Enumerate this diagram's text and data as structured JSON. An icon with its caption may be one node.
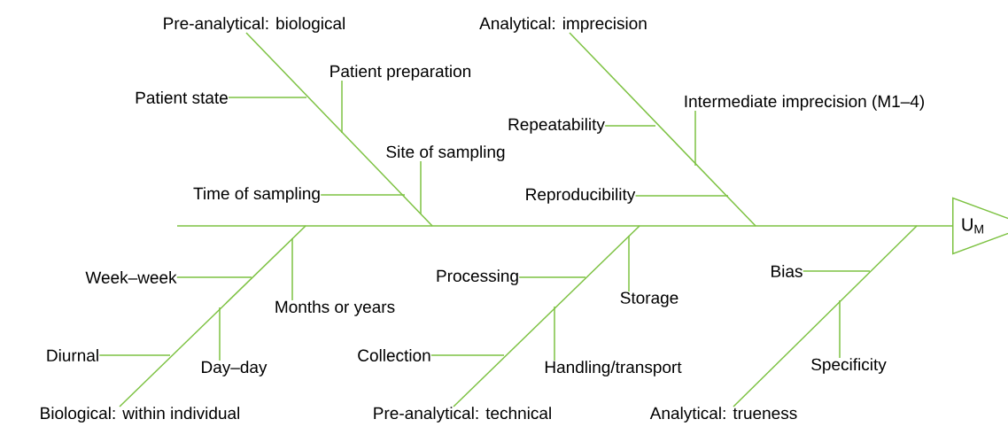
{
  "diagram": {
    "nodes": [
      {
        "text": [
          "Pre-analytical: biological"
        ]
      },
      {
        "text": [
          "Patient state"
        ]
      },
      {
        "text": [
          "Patient preparation"
        ]
      },
      {
        "text": [
          "Site of sampling"
        ]
      },
      {
        "text": [
          "Time of sampling"
        ]
      },
      {
        "text": [
          "Analytical: imprecision"
        ]
      },
      {
        "text": [
          "Repeatability"
        ]
      },
      {
        "text": [
          "Intermediate imprecision (M1–4)"
        ]
      },
      {
        "text": [
          "Reproducibility"
        ]
      },
      {
        "text": [
          "U$_{M}$"
        ]
      },
      {
        "text": [
          "Biological: within individual"
        ]
      },
      {
        "text": [
          "Week–week"
        ]
      },
      {
        "text": [
          "Months or years"
        ]
      },
      {
        "text": [
          "Diurnal"
        ]
      },
      {
        "text": [
          "Day–day"
        ]
      },
      {
        "text": [
          "Pre-analytical: technical"
        ]
      },
      {
        "text": [
          "Processing"
        ]
      },
      {
        "text": [
          "Storage"
        ]
      },
      {
        "text": [
          "Collection"
        ]
      },
      {
        "text": [
          "Handling/transport"
        ]
      },
      {
        "text": [
          "Analytical: trueness"
        ]
      },
      {
        "text": [
          "Bias"
        ]
      },
      {
        "text": [
          "Specificity"
        ]
      }
    ],
    "edges": [
      {
        "from": null,
        "to": 9,
        "arrow": "none"
      },
      {
        "from": 0,
        "to": null,
        "arrow": "none"
      },
      {
        "from": 1,
        "to": null,
        "arrow": "none"
      },
      {
        "from": 2,
        "to": null,
        "arrow": "none"
      },
      {
        "from": 3,
        "to": null,
        "arrow": "none"
      },
      {
        "from": 4,
        "to": null,
        "arrow": "none"
      },
      {
        "from": 5,
        "to": null,
        "arrow": "none"
      },
      {
        "from": 6,
        "to": null,
        "arrow": "none"
      },
      {
        "from": 7,
        "to": null,
        "arrow": "none"
      },
      {
        "from": 8,
        "to": null,
        "arrow": "none"
      },
      {
        "from": 10,
        "to": null,
        "arrow": "none"
      },
      {
        "from": 11,
        "to": null,
        "arrow": "none"
      },
      {
        "from": 12,
        "to": null,
        "arrow": "none"
      },
      {
        "from": 13,
        "to": null,
        "arrow": "none"
      },
      {
        "from": 14,
        "to": null,
        "arrow": "none"
      },
      {
        "from": 15,
        "to": null,
        "arrow": "none"
      },
      {
        "from": 16,
        "to": null,
        "arrow": "none"
      },
      {
        "from": 17,
        "to": null,
        "arrow": "none"
      },
      {
        "from": 18,
        "to": null,
        "arrow": "none"
      },
      {
        "from": 19,
        "to": null,
        "arrow": "none"
      },
      {
        "from": 20,
        "to": null,
        "arrow": "none"
      },
      {
        "from": 21,
        "to": null,
        "arrow": "none"
      },
      {
        "from": 22,
        "to": null,
        "arrow": "none"
      }
    ]
  }
}
